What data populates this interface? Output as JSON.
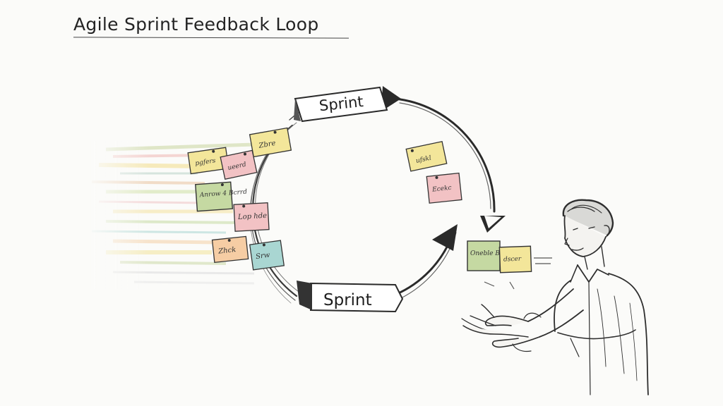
{
  "title": "Agile Sprint Feedback Loop",
  "banners": {
    "top": "Sprint",
    "bottom": "Sprint"
  },
  "colors": {
    "yellow_note": "#f3e69a",
    "pink_note": "#f2c2c4",
    "green_note": "#c5d9a2",
    "peach_note": "#f6cda4",
    "teal_note": "#a9d6d2",
    "ink": "#2a2a2a",
    "paper": "#fbfbf9"
  },
  "notes": [
    {
      "id": "left-1",
      "color": "yellow",
      "text": "Zbre"
    },
    {
      "id": "left-2",
      "color": "yellow",
      "text": "pgfers"
    },
    {
      "id": "left-3",
      "color": "pink",
      "text": "ueerd"
    },
    {
      "id": "left-4",
      "color": "green",
      "text": "Anrow 4 Bcrrd"
    },
    {
      "id": "left-5",
      "color": "pink",
      "text": "Lop hde"
    },
    {
      "id": "left-6",
      "color": "peach",
      "text": "Zhck"
    },
    {
      "id": "left-7",
      "color": "teal",
      "text": "Srw"
    },
    {
      "id": "right-1",
      "color": "yellow",
      "text": "ufskl"
    },
    {
      "id": "right-2",
      "color": "pink",
      "text": "Ecekc"
    },
    {
      "id": "out-1",
      "color": "green",
      "text": "Oneble Bacse"
    },
    {
      "id": "out-2",
      "color": "yellow",
      "text": "dscer"
    }
  ]
}
